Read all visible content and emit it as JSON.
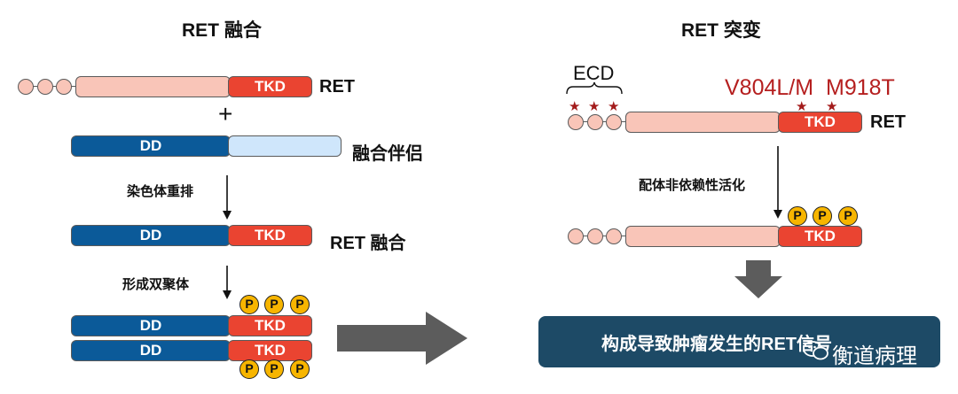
{
  "left": {
    "title": "RET 融合",
    "ret_label": "RET",
    "tkd": "TKD",
    "plus": "+",
    "dd": "DD",
    "partner_label": "融合伴侣",
    "step1": "染色体重排",
    "fusion_label": "RET 融合",
    "step2": "形成双聚体"
  },
  "right": {
    "title": "RET 突变",
    "ecd": "ECD",
    "mutations": "V804L/M",
    "mutation2": "M918T",
    "tkd": "TKD",
    "ret_label": "RET",
    "step": "配体非依赖性活化"
  },
  "phospho": "P",
  "result_box": "构成导致肿瘤发生的RET信号",
  "watermark": "衡道病理",
  "colors": {
    "tkd_red": "#ea4431",
    "ret_pink": "#f9c5b8",
    "dd_blue": "#0b5a99",
    "partner_lightblue": "#cfe6fb",
    "result_box": "#1d4a66",
    "mutation_red": "#b51f1f"
  }
}
